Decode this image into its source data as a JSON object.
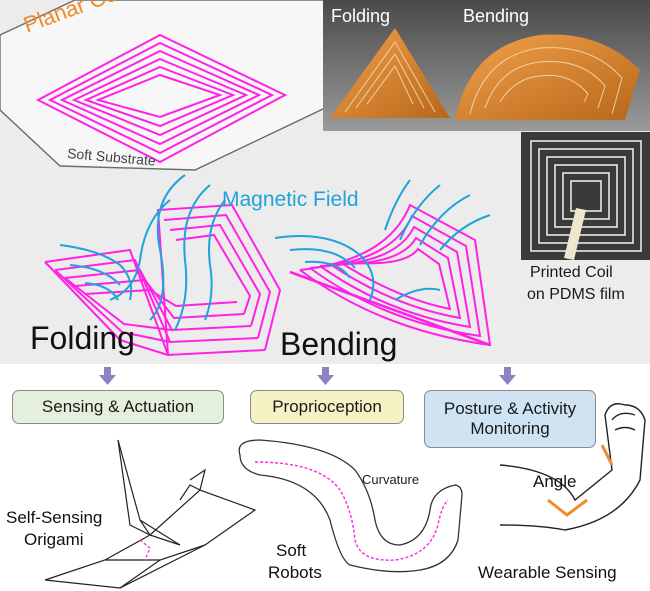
{
  "top": {
    "planar_coils": "Planar Coils",
    "soft_substrate": "Soft Substrate",
    "magnetic_field": "Magnetic Field",
    "folding_big": "Folding",
    "bending_big": "Bending",
    "photo_folding": "Folding",
    "photo_bending": "Bending",
    "printed_coil_line1": "Printed Coil",
    "printed_coil_line2": "on PDMS film"
  },
  "apps": {
    "sensing": "Sensing & Actuation",
    "proprioception": "Proprioception",
    "posture_line1": "Posture & Activity",
    "posture_line2": "Monitoring"
  },
  "bottom": {
    "origami_line1": "Self-Sensing",
    "origami_line2": "Origami",
    "soft_line1": "Soft",
    "soft_line2": "Robots",
    "curvature": "Curvature",
    "angle": "Angle",
    "wearable": "Wearable Sensing"
  },
  "colors": {
    "coil": "#ff22e6",
    "field": "#1fa3dc",
    "accent_orange": "#f08a2a",
    "sensing_box": "#e4f0dc",
    "proprioception_box": "#f5f2c4",
    "posture_box": "#cfe3f3",
    "arrow": "#8e82c4",
    "panel_bg": "#ececec"
  }
}
